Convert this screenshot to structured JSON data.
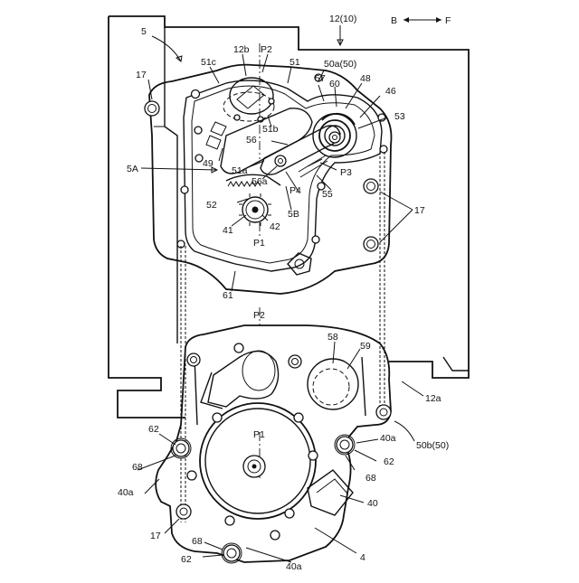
{
  "direction": {
    "back": "B",
    "front": "F"
  },
  "labels": {
    "l12_10": "12(10)",
    "l5": "5",
    "l17a": "17",
    "l51c": "51c",
    "l12b": "12b",
    "lP2a": "P2",
    "l51": "51",
    "l50a50": "50a(50)",
    "l57": "57",
    "l60": "60",
    "l48": "48",
    "l46": "46",
    "l53": "53",
    "l51b": "51b",
    "l56": "56",
    "l49": "49",
    "l5A": "5A",
    "l51a": "51a",
    "l56a": "56a",
    "lP4": "P4",
    "lP3": "P3",
    "l55": "55",
    "l52": "52",
    "l5B": "5B",
    "l17b": "17",
    "l41": "41",
    "l42": "42",
    "lP1a": "P1",
    "l61": "61",
    "lP2b": "P2",
    "l58": "58",
    "l59": "59",
    "l12a": "12a",
    "l50b50": "50b(50)",
    "l62a": "62",
    "l40a_a": "40a",
    "lP1b": "P1",
    "l68a": "68",
    "l62b": "62",
    "l40a_b": "40a",
    "l68b": "68",
    "l40": "40",
    "l17c": "17",
    "l68c": "68",
    "l62c": "62",
    "l40a_c": "40a",
    "l4": "4"
  }
}
